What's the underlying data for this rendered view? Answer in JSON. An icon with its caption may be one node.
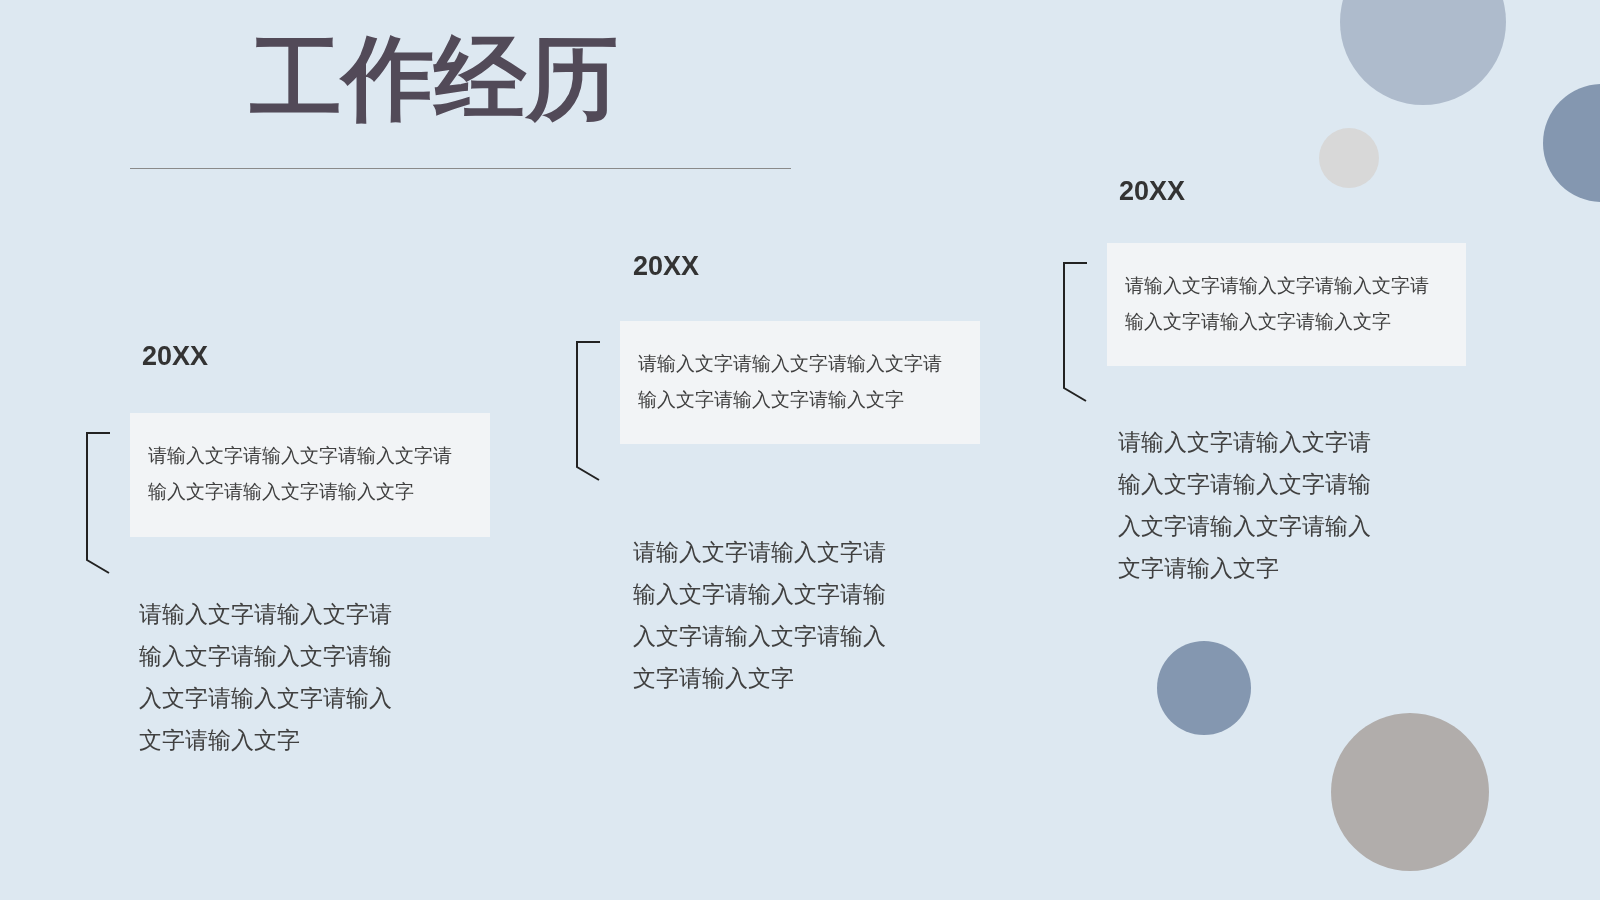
{
  "diagram": {
    "title": "工作经历",
    "nodes": [
      {
        "text": [
          "20XX",
          "请输入文字请输入文字请输入文字请输入文字请输入文字请输入文字"
        ]
      },
      {
        "text": [
          "20XX",
          "请输入文字请输入文字请输入文字请输入文字请输入文字请输入文字"
        ]
      },
      {
        "text": [
          "20XX",
          "请输入文字请输入文字请输入文字请输入文字请输入文字请输入文字"
        ]
      }
    ],
    "labels": [
      "请输入文字请输入文字请输入文字请输入文字请输入文字请输入文字请输入文字请输入文字",
      "请输入文字请输入文字请输入文字请输入文字请输入文字请输入文字请输入文字请输入文字",
      "请输入文字请输入文字请输入文字请输入文字请输入文字请输入文字请输入文字请输入文字"
    ]
  }
}
